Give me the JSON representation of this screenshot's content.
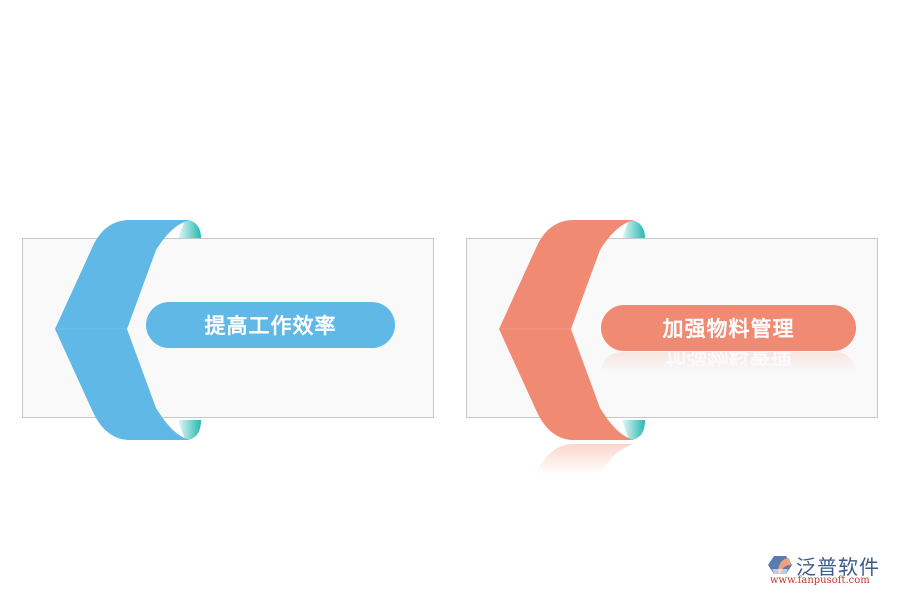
{
  "cards": [
    {
      "label": "提高工作效率",
      "color": "#5fb8e6",
      "accent": "#3cc4c0"
    },
    {
      "label": "加强物料管理",
      "color": "#f08a72",
      "accent": "#3cc4c0"
    }
  ],
  "logo": {
    "name": "泛普软件",
    "url": "www.fanpusoft.com"
  }
}
